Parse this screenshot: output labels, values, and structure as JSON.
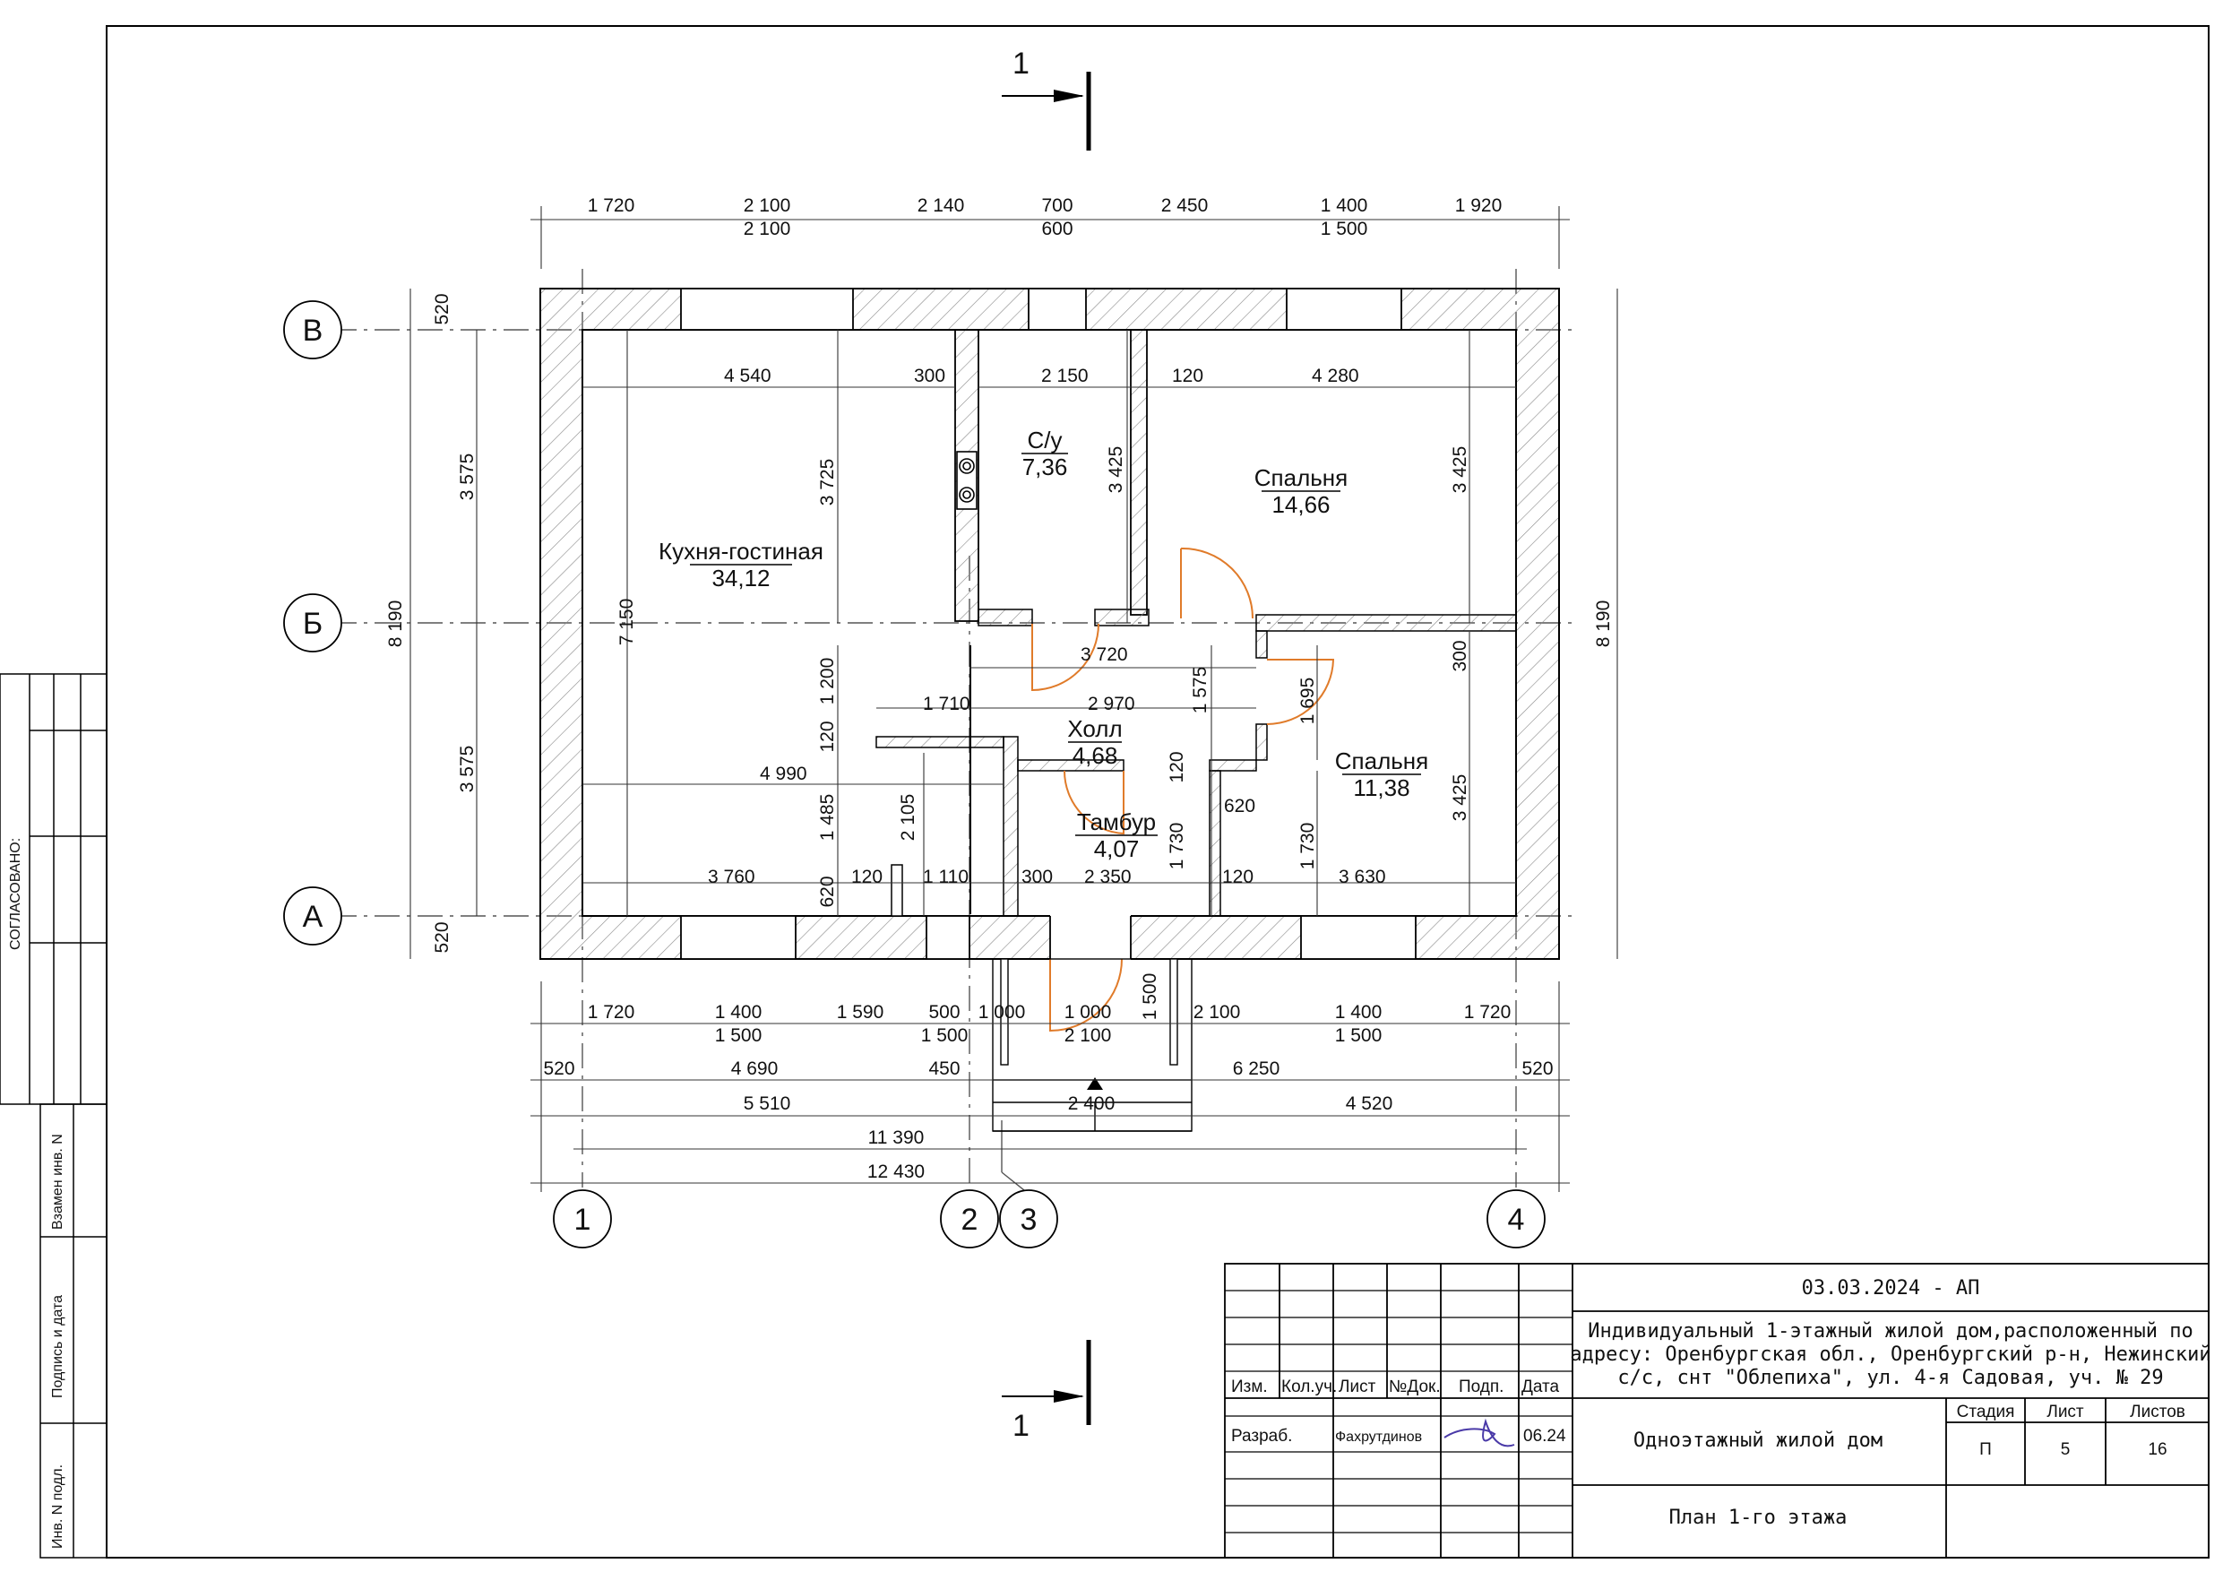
{
  "section_marks": {
    "top": "1",
    "bottom": "1"
  },
  "axes": {
    "a1": "1",
    "a2": "2",
    "a3": "3",
    "a4": "4",
    "rA": "А",
    "rB": "Б",
    "rV": "В"
  },
  "rooms": {
    "kitchen": {
      "name": "Кухня-гостиная",
      "area": "34,12"
    },
    "wc": {
      "name": "С/у",
      "area": "7,36"
    },
    "bed1": {
      "name": "Спальня",
      "area": "14,66"
    },
    "hall": {
      "name": "Холл",
      "area": "4,68"
    },
    "tambur": {
      "name": "Тамбур",
      "area": "4,07"
    },
    "bed2": {
      "name": "Спальня",
      "area": "11,38"
    }
  },
  "dims": {
    "top": [
      "1 720",
      "2 100",
      "2 100",
      "2 140",
      "700",
      "600",
      "2 450",
      "1 400",
      "1 500",
      "1 920"
    ],
    "left": [
      "520",
      "3 575",
      "8 190",
      "3 575",
      "520"
    ],
    "right": "8 190",
    "interior": [
      "4 540",
      "300",
      "2 150",
      "120",
      "4 280",
      "3 725",
      "3 425",
      "3 425",
      "7 150",
      "3 720",
      "1 710",
      "2 970",
      "1 575",
      "1 695",
      "1 200",
      "120",
      "300",
      "4 990",
      "1 485",
      "2 105",
      "120",
      "1 730",
      "620",
      "1 730",
      "3 425",
      "3 760",
      "620",
      "120",
      "1 110",
      "300",
      "2 350",
      "120",
      "3 630"
    ],
    "bottom1": [
      "1 720",
      "1 400",
      "1 500",
      "1 590",
      "500",
      "1 500",
      "1 000",
      "1 000",
      "2 100",
      "1 500",
      "2 100",
      "1 400",
      "1 500",
      "1 720"
    ],
    "bottom2": [
      "520",
      "4 690",
      "450",
      "6 250",
      "520"
    ],
    "bottom3": [
      "5 510",
      "2 400",
      "4 520"
    ],
    "bottom4": "11 390",
    "bottom5": "12 430"
  },
  "side_stamp": {
    "agreed": "СОГЛАСОВАНО:",
    "replace": "Взамен инв. N",
    "signdate": "Подпись и дата",
    "inv": "Инв. N подл."
  },
  "title_block": {
    "code": "03.03.2024 - АП",
    "project_l1": "Индивидуальный 1-этажный жилой дом,расположенный по",
    "project_l2": "адресу: Оренбургская обл., Оренбургский р-н, Нежинский",
    "project_l3": "с/с, снт \"Облепиха\", ул. 4-я Садовая, уч. № 29",
    "h_izm": "Изм.",
    "h_koluch": "Кол.уч.",
    "h_list": "Лист",
    "h_ndok": "№Док.",
    "h_podp": "Подп.",
    "h_data": "Дата",
    "role": "Разраб.",
    "author": "Фахрутдинов",
    "date": "06.24",
    "building": "Одноэтажный жилой дом",
    "stage_h": "Стадия",
    "sheet_h": "Лист",
    "sheets_h": "Листов",
    "stage": "П",
    "sheet": "5",
    "sheets": "16",
    "drawing": "План 1-го этажа"
  }
}
